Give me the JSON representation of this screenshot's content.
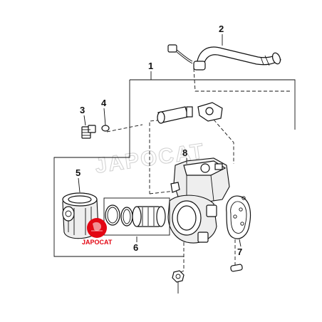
{
  "callouts": {
    "c1": "1",
    "c2": "2",
    "c3": "3",
    "c4": "4",
    "c5": "5",
    "c6": "6",
    "c7": "7",
    "c8": "8"
  },
  "watermark": {
    "text": "JAPOCAT"
  },
  "logo": {
    "text": "JAPOCAT",
    "color": "#e30613"
  }
}
